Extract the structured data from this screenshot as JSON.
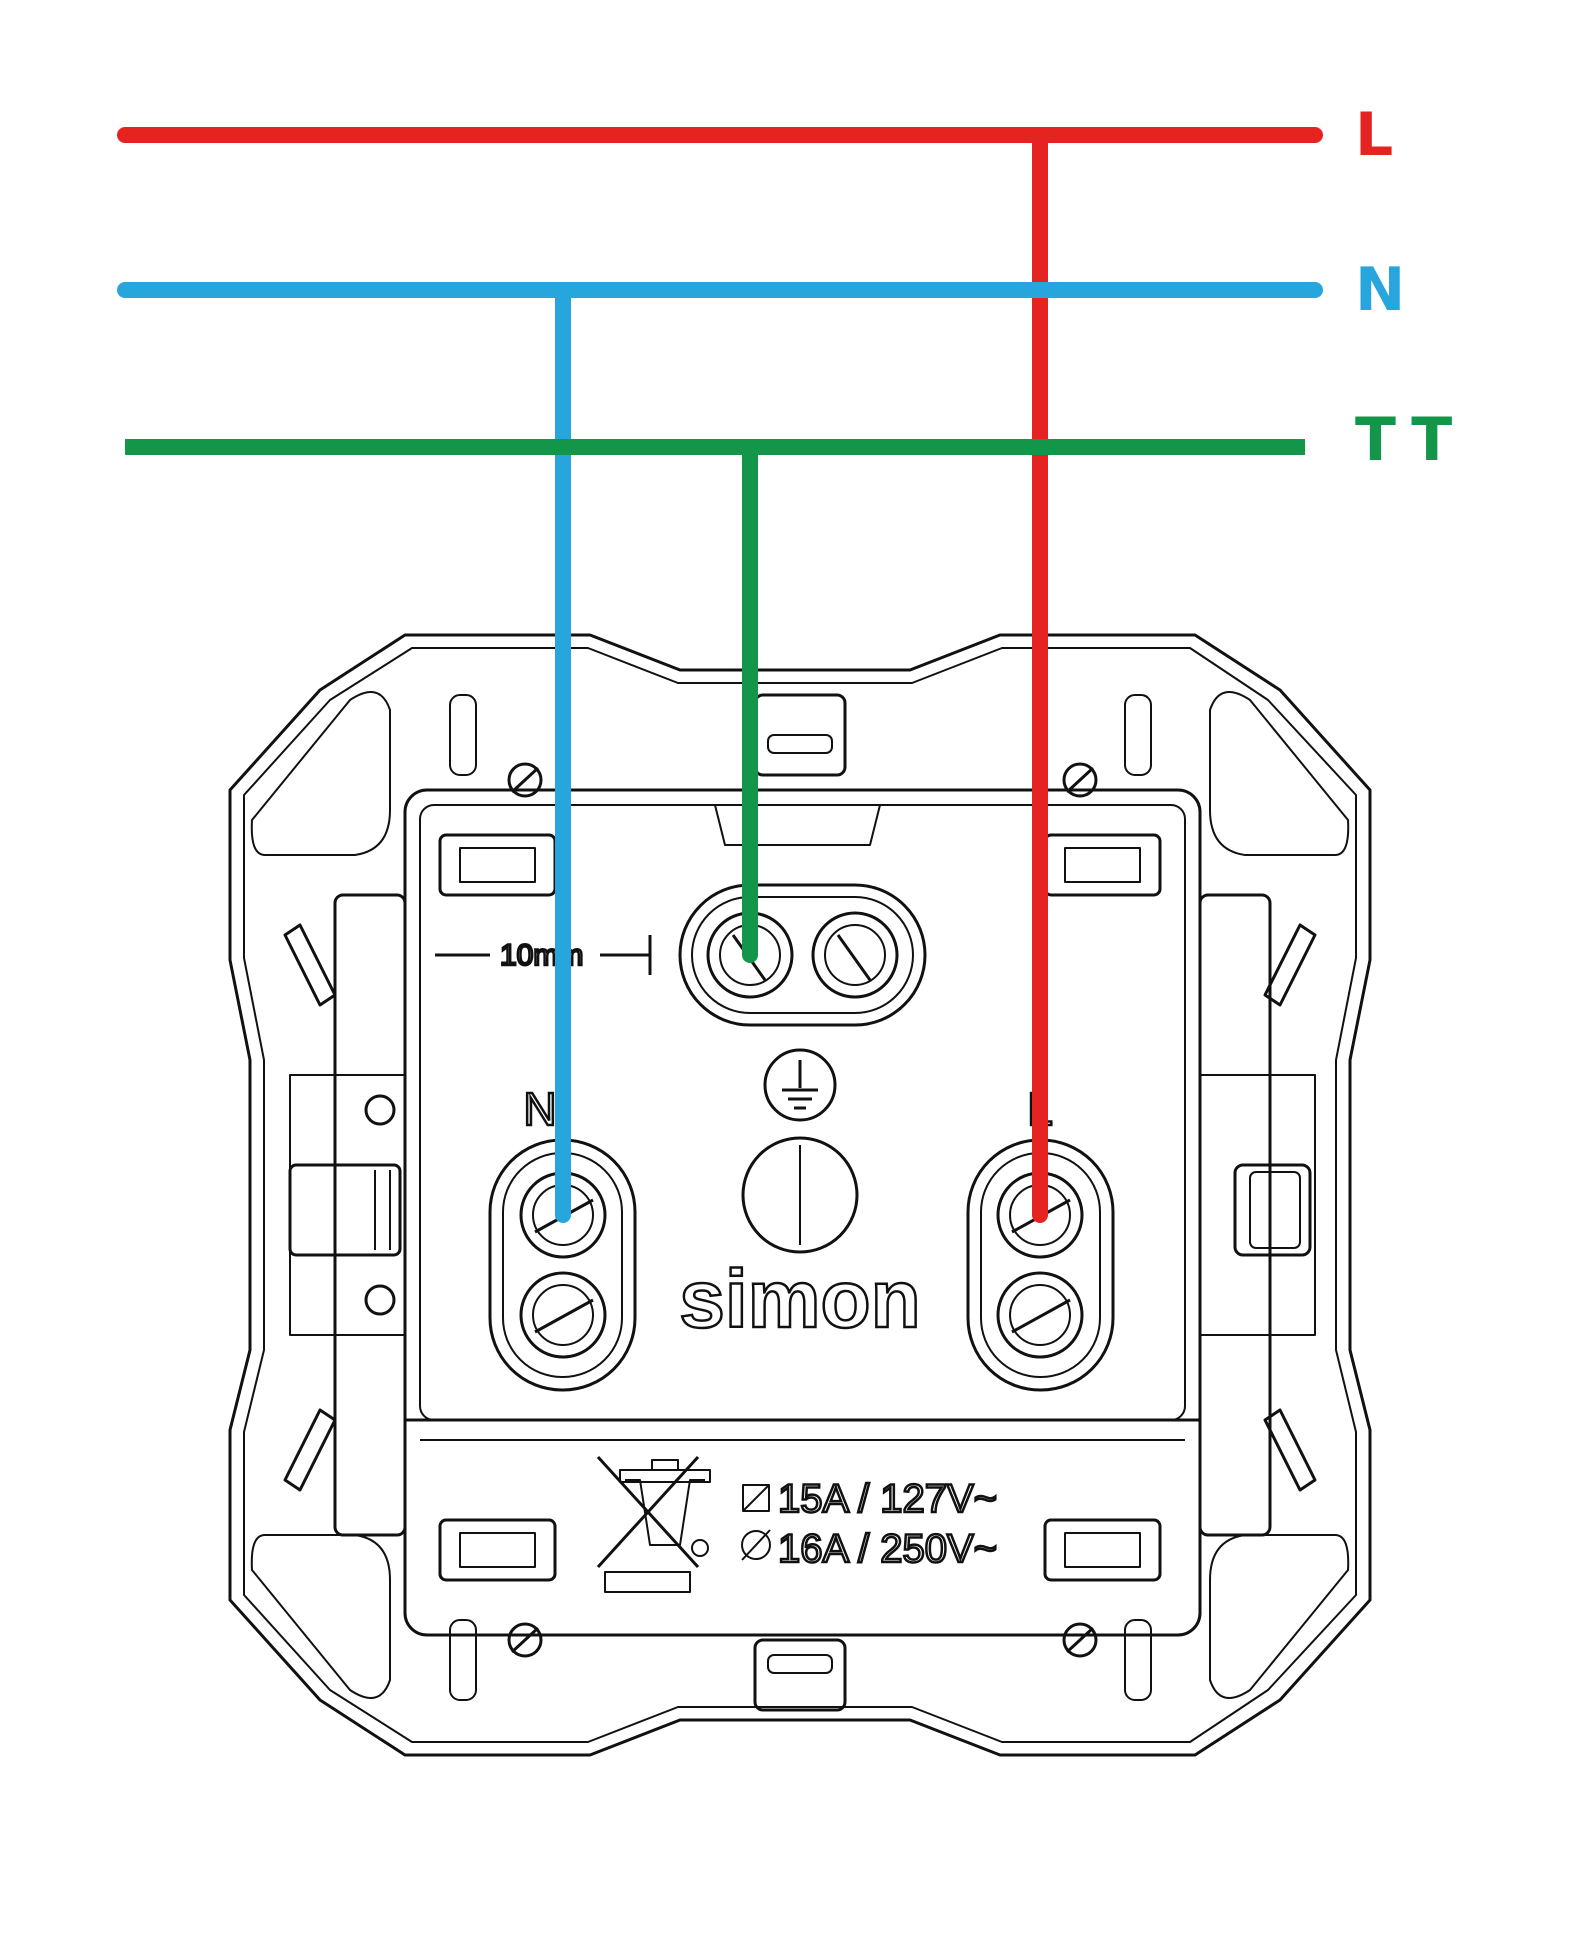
{
  "bus_lines": [
    {
      "label": "L",
      "color": "#e52421"
    },
    {
      "label": "N",
      "color": "#27a6de"
    },
    {
      "label": "TT",
      "color": "#14964a"
    }
  ],
  "device": {
    "brand": "simon",
    "terminal_n": "N",
    "terminal_l": "L",
    "strip_length": "10mm",
    "rating_1": "15A / 127V~",
    "rating_2": "16A / 250V~",
    "earth_symbol": "protective-earth-icon",
    "weee_symbol": "crossed-bin-icon"
  }
}
